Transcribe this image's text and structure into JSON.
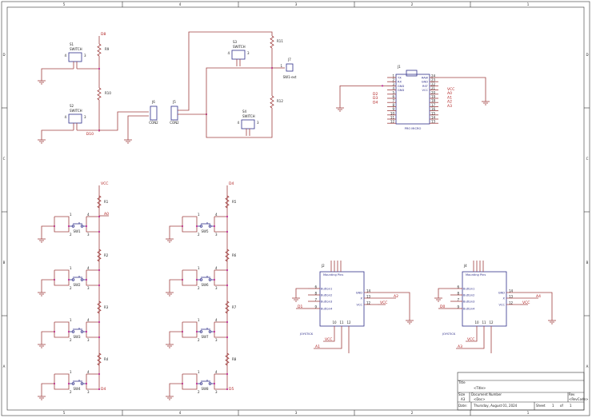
{
  "frame": {
    "columns": [
      "5",
      "4",
      "3",
      "2",
      "1"
    ],
    "rows": [
      "D",
      "C",
      "B",
      "A"
    ]
  },
  "top_left": {
    "net_top": "D8",
    "net_bottom": "D10",
    "resistors": [
      "R9",
      "R10"
    ],
    "switches": [
      {
        "ref": "S1",
        "value": "SWITCH",
        "pins": [
          "4",
          "3"
        ]
      },
      {
        "ref": "S2",
        "value": "SWITCH",
        "pins": [
          "4",
          "3"
        ]
      }
    ]
  },
  "connectors": {
    "j6": {
      "ref": "J6",
      "value": "CON2"
    },
    "j5": {
      "ref": "J5",
      "value": "CON2"
    },
    "j7": {
      "ref": "J7",
      "value": "SW1-ext",
      "pin": "1"
    }
  },
  "top_mid": {
    "resistors": [
      "R11",
      "R12"
    ],
    "switches": [
      {
        "ref": "S3",
        "value": "SWITCH",
        "pins": [
          "4",
          "3"
        ]
      },
      {
        "ref": "S4",
        "value": "SWITCH",
        "pins": [
          "4",
          "3"
        ]
      }
    ]
  },
  "mcu": {
    "ref": "J1",
    "value": "PRO MICRO",
    "left_pins": [
      "1",
      "2",
      "3",
      "4",
      "5",
      "6",
      "7",
      "8",
      "9",
      "10",
      "11",
      "12"
    ],
    "right_pins": [
      "24",
      "23",
      "22",
      "21",
      "20",
      "19",
      "18",
      "17",
      "16",
      "15",
      "14",
      "13"
    ],
    "left_inner": [
      "TX",
      "RX",
      "GND",
      "GND"
    ],
    "right_inner": [
      "RAW",
      "GND",
      "RST",
      "VCC"
    ],
    "left_nets": [
      "D2",
      "D3",
      "D4"
    ],
    "right_nets": [
      "VCC",
      "A0",
      "A1",
      "A2",
      "A3"
    ]
  },
  "buttons": {
    "col1": {
      "top_net": "VCC",
      "bottom_net": "D4",
      "tap_net": "A0",
      "resistors": [
        "R1",
        "R2",
        "R3",
        "R4"
      ],
      "switches": [
        "SW1",
        "SW2",
        "SW3",
        "SW4"
      ]
    },
    "col2": {
      "top_net": "D4",
      "bottom_net": "D5",
      "resistors": [
        "R5",
        "R6",
        "R7",
        "R8"
      ],
      "switches": [
        "SW5",
        "SW6",
        "SW7",
        "SW8"
      ]
    },
    "pin_labels": [
      "1",
      "2",
      "3",
      "4"
    ]
  },
  "joysticks": [
    {
      "ref": "J2",
      "value": "JOYSTICK",
      "header": "Mounting Pins",
      "left_pins": [
        "6",
        "8",
        "7",
        "9"
      ],
      "left_names": [
        "Button1",
        "Button2",
        "Button3",
        "Button4"
      ],
      "right_pins": [
        "14",
        "13",
        "12"
      ],
      "right_names": [
        "GND",
        "X",
        "VCC"
      ],
      "bottom_pins": [
        "10",
        "11",
        "12"
      ],
      "nets": {
        "button": "D1",
        "x": "A2",
        "vcc_right": "VCC",
        "vcc_bottom": "VCC",
        "y": "A1"
      }
    },
    {
      "ref": "J4",
      "value": "JOYSTICK",
      "header": "Mounting Pins",
      "left_pins": [
        "6",
        "8",
        "7",
        "9"
      ],
      "left_names": [
        "Button1",
        "Button2",
        "Button3",
        "Button4"
      ],
      "right_pins": [
        "14",
        "13",
        "12"
      ],
      "right_names": [
        "GND",
        "X",
        "VCC"
      ],
      "bottom_pins": [
        "10",
        "11",
        "12"
      ],
      "nets": {
        "button": "D0",
        "x": "A4",
        "vcc_right": "VCC",
        "vcc_bottom": "VCC",
        "y": "A3"
      }
    }
  ],
  "title_block": {
    "title_label": "Title",
    "title": "<Title>",
    "size_label": "Size",
    "size": "A3",
    "doc_label": "Document Number",
    "doc": "<Doc>",
    "rev_label": "Rev",
    "rev": "<RevCode>",
    "date_label": "Date:",
    "date": "Thursday, August 01, 2024",
    "sheet_label": "Sheet",
    "sheet": "1",
    "of_label": "of",
    "sheets": "1"
  },
  "colors": {
    "wire": "#a04040",
    "part": "#30308a",
    "net_label": "#b02020",
    "junction": "#c0309a"
  }
}
